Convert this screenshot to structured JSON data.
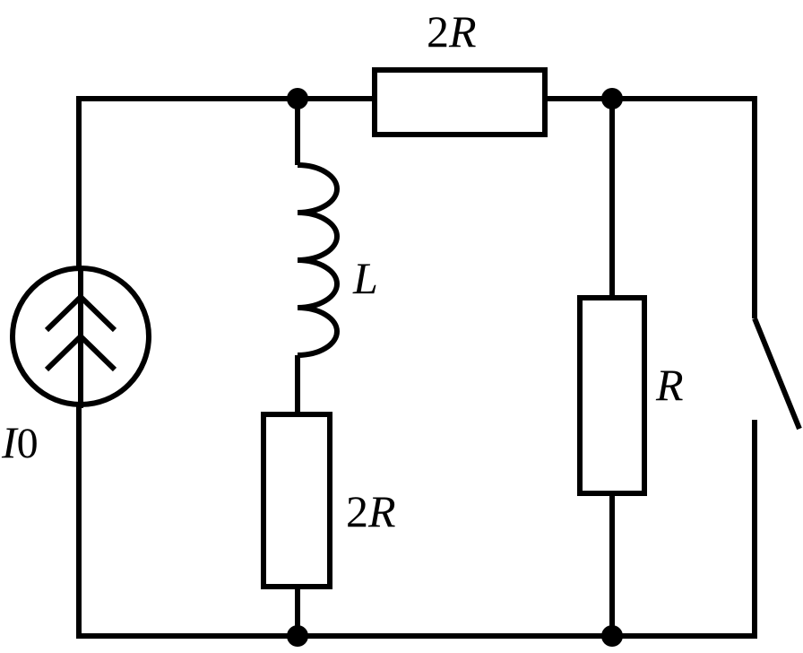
{
  "labels": {
    "top_resistor": {
      "coef": "2",
      "sym": "R"
    },
    "right_resistor": {
      "coef": "",
      "sym": "R"
    },
    "branch_resistor": {
      "coef": "2",
      "sym": "R"
    },
    "inductor": {
      "sym": "L"
    },
    "source": {
      "sym": "I",
      "sub": "0"
    }
  },
  "components": [
    {
      "name": "current-source",
      "symbol": "I0"
    },
    {
      "name": "inductor",
      "symbol": "L"
    },
    {
      "name": "resistor-top",
      "symbol": "2R"
    },
    {
      "name": "resistor-branch",
      "symbol": "2R"
    },
    {
      "name": "resistor-right",
      "symbol": "R"
    },
    {
      "name": "switch",
      "state": "open"
    }
  ]
}
